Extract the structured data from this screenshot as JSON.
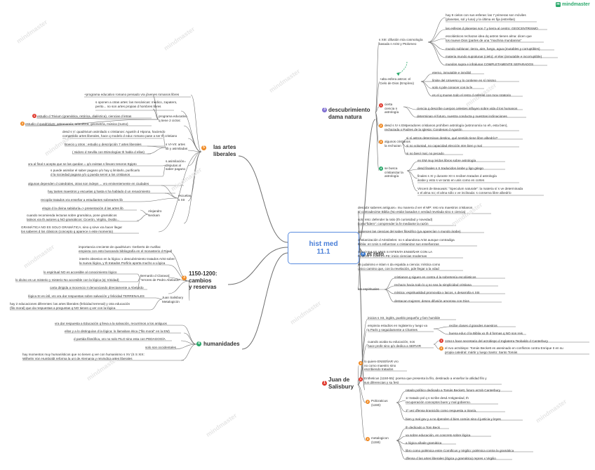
{
  "root": {
    "title": "hist med\n11.1"
  },
  "logo": {
    "text": "mindmaster",
    "icon": "mindmaster-logo-icon"
  },
  "watermark": "mindmaster",
  "colors": {
    "line": "#6e6e6e",
    "root_border": "#5b8de0",
    "root_text": "#4a7fd8",
    "dashed": "#2aa86b",
    "red": "#e03c31",
    "orange": "#f08a24",
    "blue": "#3d7fd9",
    "green": "#2aa86b",
    "purple": "#7f6fd1"
  },
  "branches": {
    "artes": {
      "label": "las artes\nliberales",
      "num": "5"
    },
    "reservas": {
      "label": "1150-1200:\ncambios\ny reservas",
      "num": "3"
    },
    "humanidades": {
      "label": "humanidades",
      "num": "4"
    },
    "descubrimiento": {
      "label": "descubrimiento\ndama natura",
      "num": "3"
    },
    "reto": {
      "label": "el reto",
      "num": "2"
    },
    "juan": {
      "label": "Juan de\nSalisbury",
      "num": "1"
    }
  },
  "nodes": {
    "a1": "+programa educativo romano pensado vra jóvenes romanos libres",
    "a2": "s oponen a otras artes: las mecánicas: médico, zapatero,\nperito... no son artes propias d hombres libres",
    "a3": "estudio d Trivium (gramática, retórica, dialéctica), ciencias d letras",
    "a4": "estudio d quadrivium: astronomía, aritmética, geometría, música (numo)",
    "a5": "programa educativo\nq tiene 2 ciclos:",
    "a6": "desd s V: quadrivium asimilado x cristianos: Agustín d Hipona, haciendo\ncompendio artes liberales, hace q modelo d educ romano pase a ser th cristiano",
    "a7": "Boecio y otros : estudio y descripción 7 artes liberales",
    "a8": "( Isidoro d Sevilla con Etimologías th habla d ellas)",
    "a9": "s VI-VII: artes\nlib y asimiladas",
    "a10": "xra al final s acepta que se las quedan = q/o existas s llevaro tesoros Egipto",
    "a11": "s puede asimilar el saber pagano y/o hay q limitarlo, purificarlo\nd la sociedad pagana y/o q pueda servir a los cristianos",
    "a12": "s.asimilación=\ndisputas al\nsaber pagano",
    "a13": "algunas dependen d catedrales, otras son indeps ... vro eminentemente en ciudades",
    "a14": "hay tantes maestros y escuelas q hasta s ha hablado d un renacimiento",
    "a15": "escuelas\ns XII",
    "a16": "recopila tratados xra enseñar a estudiantes sobreartes lib",
    "a17": "elogio d la divina sabiduría=> presentación d las artes lib",
    "a18": "cuando recomienda lecturas sobre gramática, pone gramáticos\nlatinos xra th autores q NO gramáticos: Cicerón, Virgilio, Ovidio...",
    "a19": "Alejandro\nNeckam",
    "a20": "GRAMÁTICA NO ES SOLO GRAMÁTICA, sino q sirve xra hacer llegar\nlos saberes d los clásicos (concepto q aparece n este momento)",
    "r1": "importancia creciente de quadrivium: Gerberto de Aurillac\nempieza con esto buscando bibliografía en el monasterio d Ripoll",
    "r2": "interés obsesivo en la lógica: x descubrimiento tratados Arist sobre\nla nueva lógica, y th tratados Porfirio aporta mucho a Lógica",
    "r3": "lo espiritual NO es accesible al conocimiento lógico",
    "r4": "lo divino es un misterio y misterio No accesible con la lógica (ej: trinidad)",
    "r5": "Bernardo d Claraval:\n\"errores de Pedro Abelardo\"",
    "r6": "carta dirigida a Inocencio II denunciando directamente a Abelardo",
    "r7": "lógica SI es útil, xro xra dar respuestas sobre salvación y felicidad TERRENALES",
    "r8": "hay 2 educaciones diferentes: las artes liberales (felicidad terrenal) y otra educación\n(filo moral) que da respuestas a preguntas q NO tienen q ver con la lógica",
    "r9": "Juan Salisbury\nMetalogicón",
    "h1": "vra dar respuesta a Educación q lleva a la salvación, recurrimos a los antiguos",
    "h2": "ellos y a lo distinguían d la lógica: lo llamaban ética (\"filo moral\" en la EM)",
    "h3": "d partida filosófica, xro no solo FILO sino esta con PEDAGOGÍA",
    "h4": "solo son occidentales",
    "h5": "hay momentos muy humanísticos que no tienen q ver con humanismo s XV (S S XIX:\nWilhelm Von Humboldt reforma la uni de Alemania y reivindica artes liberales",
    "d1": "hay 8 cielos con sus esferas: las 7 primeras son móviles\n(planetas, sol y luna) y la última es fija (estrellas)",
    "d2": "las esferas d planetas son 7 y tierra al centro: GEOCENTRISMO",
    "d3": "escolásticos rechazan idea dq astros tienen alma: dicen que\nlos mueve Dios (partes de una \"machina mundanina\"",
    "d4": "s XIII: difusión mía cosmología\nbasada n Arist y Ptolomeo",
    "d5": "mundo sublunar: tierra, aire, fuego, agua (mutables y corruptibles)",
    "d6": "materia mundo supralunar (cielo): el éter (inmutable e incorruptible)",
    "d7": "mundos supra e infralunar COMPLETAMENTE SEPARADOS",
    "d8": "eterno, inmutable e inmóbil",
    "d9": "límite del Universo y lo contiene en sí mismo",
    "d10": "solo s pde conocer con la fe",
    "d11": "es el q mueve todo el resto d esferas con mov rotatorio",
    "d12": "+alta esfera astros: el\nCielo de Dios (Empíreo)",
    "d13": "ciencia q describe cuerpos celestes influyen sobre vida d los humanos",
    "d14": "determinan el futuro, nuestra conducta y nuestras inclinaciones",
    "d15": "cierta\nciencia n\nastrología",
    "d16": "desd s IV s EMperadores cristianos prohíben astrología (astronomía no eh, esta bien),\nrechazada x Padres de la Iglesia: Condenas d Agustín",
    "d17": "si sí astros determinan destino, qué sentido tiene libre albedrío?",
    "d18": "si no voluntad, no capacidad elección ntre bien y mal",
    "d19": "si no bien/ mal, no pecado",
    "d20": "algunos cristianos\nla rechazan",
    "d21": "en EM muy leídos libros sobre astrología",
    "d22": "desd finales s X traducidos árabe y ligo griego",
    "d23": "finales s XI y durante XII s reciben tratados d astrología\nárabe y esto s ve tanto en unis como en cortes",
    "d24": "Vincent de Beauvais: \"Speculum naturale\": la materia sí s ve determinada\nx el alma no; el alma sólo x ve inclinada: s conserva libre albedrío",
    "d25": "se busca\ncristianizar la\nastrología",
    "e1": "descubr saberes antiguos= mu manera d ver el MP: reto vra maestros cristianos\nal contradecirse Biblia (No están basados n verdad revelada sino n ciencia)",
    "e2": "solo reto: defender la ratio (th curiosidad y novedad)\ncomo\"fidem\": comprender la fe mediante la razón",
    "e3": "aparecen las ciencias del saber filosófico (ya aparecían n mundo árabe)",
    "e4": "cristianización d Aristóteles: no s abandona Arist aunque contradiga\nBiblia: en Unis s esfuerzan x cristianizar sus enseñanzas",
    "e5": "SOLO N LAS UNIS S INTENTA ENSEÑAR CON LA\nRAZÓN Y CON LA FE: inicio ciencias modernas",
    "e6": "en judaísmo e islam s da espalda a ciencia: mística como\núnico camino que, con la revelación, pde llegar a la vdad",
    "e7": "cristianos q siguen en contra d la sobretenía escolásticos",
    "e8": "rechazo hacia todo lo q no sea la simplicidad cristiana",
    "e9": "mística: espiritualidad promovida x laicos, s desarrolla s XIII",
    "e10": "destacan mujeres: deseo difusión amorosa con Dios",
    "e11": "los espirituales",
    "j1": "inicios s XII, inglés, pueblo pequeño y fam humilde",
    "j2": "empieza estudios en Inglaterra y luego va\na París y seguidamente a Chartres",
    "j3": "recibe clases d grandes maestros",
    "j4": "buena educ d la Biblia xo th d formas q NO son reis",
    "j5": "1154 s hace secretario del arzobispo d Inglaterra Teobaldo d Canterbury",
    "j6": "el nvo arzobispo: Tomás Beckett es asesinado en conflictos contra Enrique II en su\npropia catedral: mártir y luego Santo: Santo Tomás",
    "j7": "cuando acaba su educación, nos\nhace profe sino q/o dedica a SERVIR",
    "j8": "lo quiere ENSEÑAR vro\nno como maestro sino\nescribiendo tratados",
    "j9": "Entheticus (1150-55): poema que presenta la filo, destinado a enseñar la utilidad filo y\nsus diferencias y su fest",
    "j10": "ratado político dedicado a Tomás Beckett, futuro arzob Canterbury",
    "j11": "1r tratado pol q s scribe desd Antigüedad, th\nrecuperación conceptos buen y mal gobierno.",
    "j12": "1º vez dfensa tiranicidio como respuesta a tiranía,",
    "j13": "bien y mal gov y a no dpenden d bien común sino d justicia y leyes",
    "j14": "Policraticus\n(1159):",
    "j15": "th dedicado a Tom Beck",
    "j16": "va sobre educación, en concreto sobre lógica",
    "j17": "a lógica añade gramática",
    "j18": "libro como polémica entre Cornificus y Virgilio: polémica contra la gramática",
    "j19": "dfensa d las artes liberales (lógica y gramática) repres x Virgilio",
    "j20": "metalogicon\n(1159)"
  }
}
